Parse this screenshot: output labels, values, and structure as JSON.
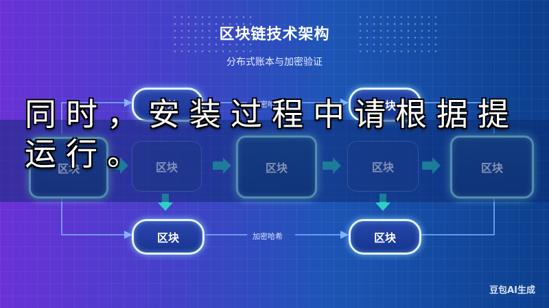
{
  "diagram": {
    "title": "区块链技术架构",
    "subtitle": "分布式账本与加密验证",
    "node_label": "区块",
    "edge_label": "加密哈希",
    "colors": {
      "pill_border": "#e9f3ff",
      "glow_border": "#9ff2ee",
      "arrow": "#2fd0c6",
      "line": "#7fb3ff"
    }
  },
  "overlay": {
    "text": "同时，安装过程中请根据提运行。"
  },
  "watermark": "豆包AI生成"
}
